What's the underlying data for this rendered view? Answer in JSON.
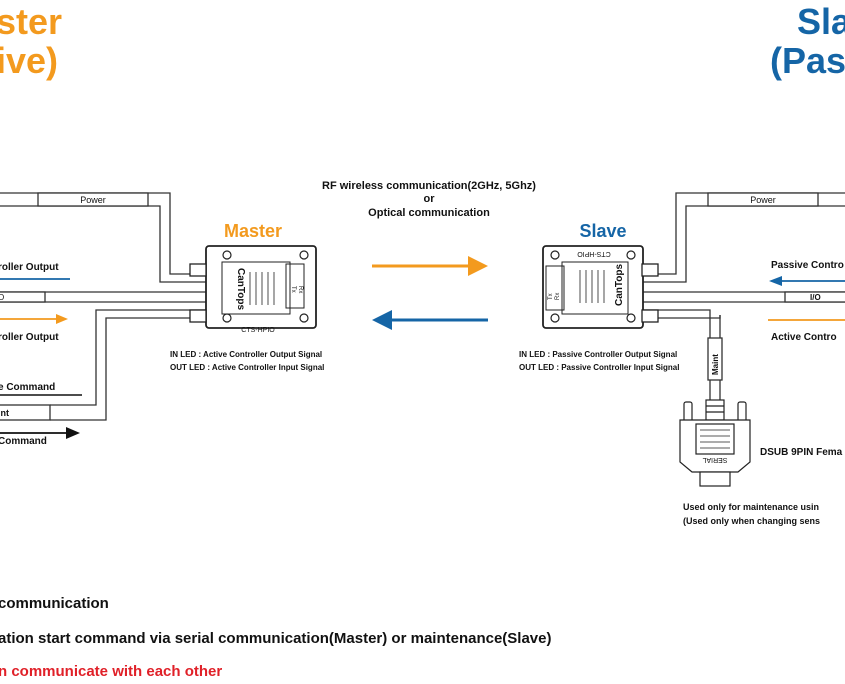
{
  "headings": {
    "master_top": "ster",
    "master_mode": "ive)",
    "slave_top": "Sla",
    "slave_mode": "(Pas"
  },
  "colors": {
    "orange": "#f39a1e",
    "blue": "#1565a6",
    "red": "#e02028",
    "line": "#333333"
  },
  "center": {
    "line1": "RF wireless communication(2GHz, 5Ghz)",
    "line2": "or",
    "line3": "Optical communication"
  },
  "master": {
    "label": "Master",
    "power": "Power",
    "io": "O",
    "active_output_top": "roller Output",
    "active_output_bottom": "roller Output",
    "command": "e Command",
    "maint": "int",
    "command2": "Command",
    "device_model": "CTS-HPIO",
    "brand": "CanTops",
    "led_in": "IN LED : Active Controller Output Signal",
    "led_out": "OUT LED : Active Controller Input Signal",
    "port_tx": "Tx",
    "port_rx": "Rx"
  },
  "slave": {
    "label": "Slave",
    "power": "Power",
    "io": "I/O",
    "passive_output": "Passive Contro",
    "active_output": "Active Contro",
    "maint": "Maint",
    "device_model": "CTS-HPIO",
    "brand": "CanTops",
    "led_in": "IN LED : Passive Controller Output Signal",
    "led_out": "OUT LED : Passive Controller Input Signal",
    "dsub": "DSUB 9PIN Fema",
    "serial": "SERIAL",
    "maintenance_1": "Used only for maintenance usin",
    "maintenance_2": "(Used only when changing sens",
    "port_tx": "Tx",
    "port_rx": "Rx"
  },
  "notes": {
    "line1": "communication",
    "line2": "ation start command via serial communication(Master) or maintenance(Slave)",
    "line3": "n communicate with each other"
  }
}
